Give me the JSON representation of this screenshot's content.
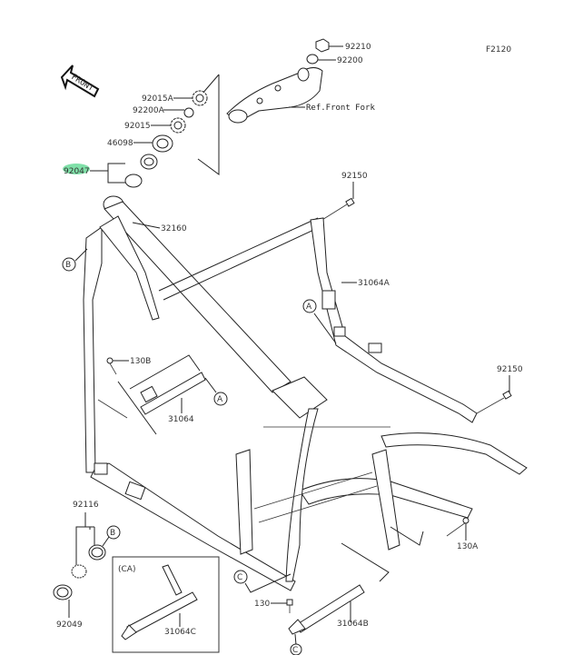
{
  "diagram": {
    "code": "F2120",
    "front_label": "FRONT",
    "highlight_color": "#7fe0a8",
    "highlighted_part": "92047",
    "parts": {
      "p92210": "92210",
      "p92200": "92200",
      "ref_front_fork": "Ref.Front Fork",
      "p92015A": "92015A",
      "p92200A": "92200A",
      "p92015": "92015",
      "p46098": "46098",
      "p92047": "92047",
      "p32160": "32160",
      "p92150_top": "92150",
      "p31064A": "31064A",
      "p92150_right": "92150",
      "p130B": "130B",
      "p31064": "31064",
      "p92116": "92116",
      "p92049": "92049",
      "p31064C": "31064C",
      "p130A": "130A",
      "p130": "130",
      "p31064B": "31064B"
    },
    "callouts": {
      "A1": "A",
      "A2": "A",
      "B1": "B",
      "B2": "B",
      "C1": "C",
      "C2": "C"
    },
    "inset_label": "(CA)"
  }
}
